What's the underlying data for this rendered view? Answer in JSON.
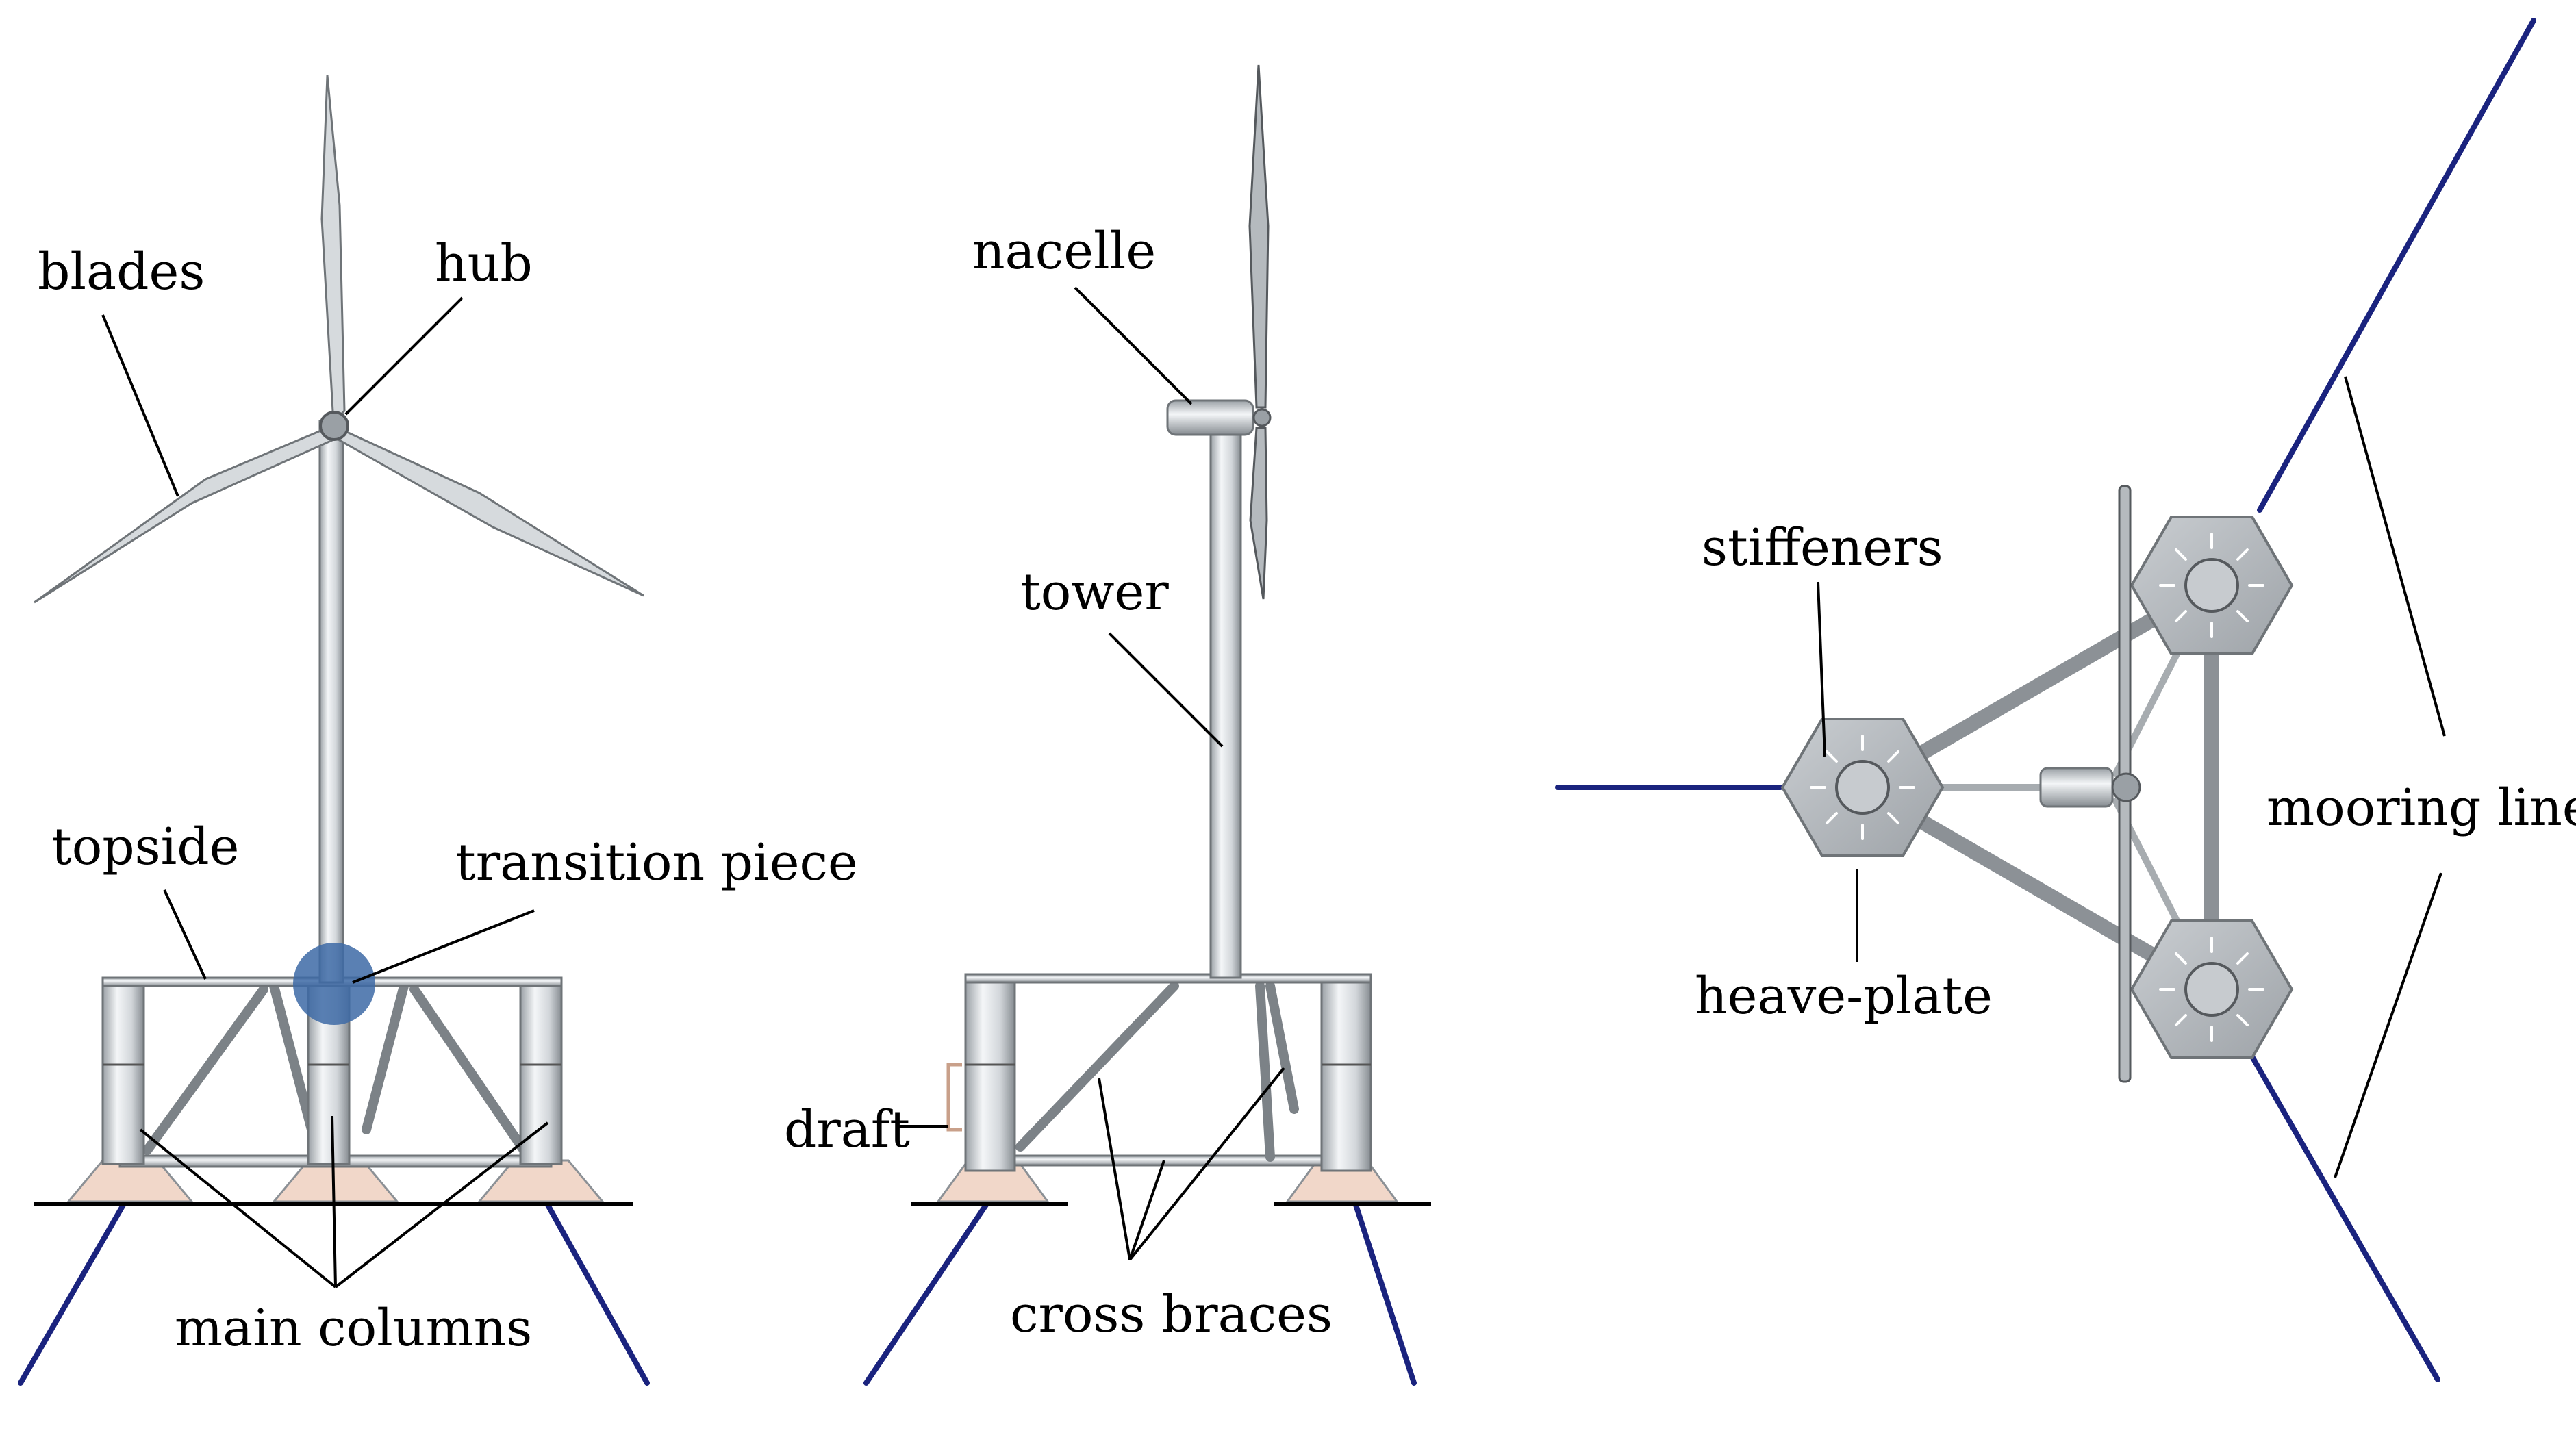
{
  "colors": {
    "background": "#ffffff",
    "mooring_line": "#1a237e",
    "transition_highlight": "#3d6aa6",
    "metal_light": "#e2e5e8",
    "metal_dark": "#8c9196",
    "heave_plate": "#b9bdc1",
    "heave_plate_glow": "#f1d7c9"
  },
  "views": {
    "front": {
      "labels": {
        "blades": "blades",
        "hub": "hub",
        "topside": "topside",
        "transition_piece": "transition piece",
        "main_columns": "main columns"
      }
    },
    "side": {
      "labels": {
        "nacelle": "nacelle",
        "tower": "tower",
        "draft": "draft",
        "cross_braces": "cross braces"
      }
    },
    "top": {
      "labels": {
        "stiffeners": "stiffeners",
        "heave_plate": "heave-plate",
        "mooring_lines": "mooring lines"
      }
    }
  }
}
